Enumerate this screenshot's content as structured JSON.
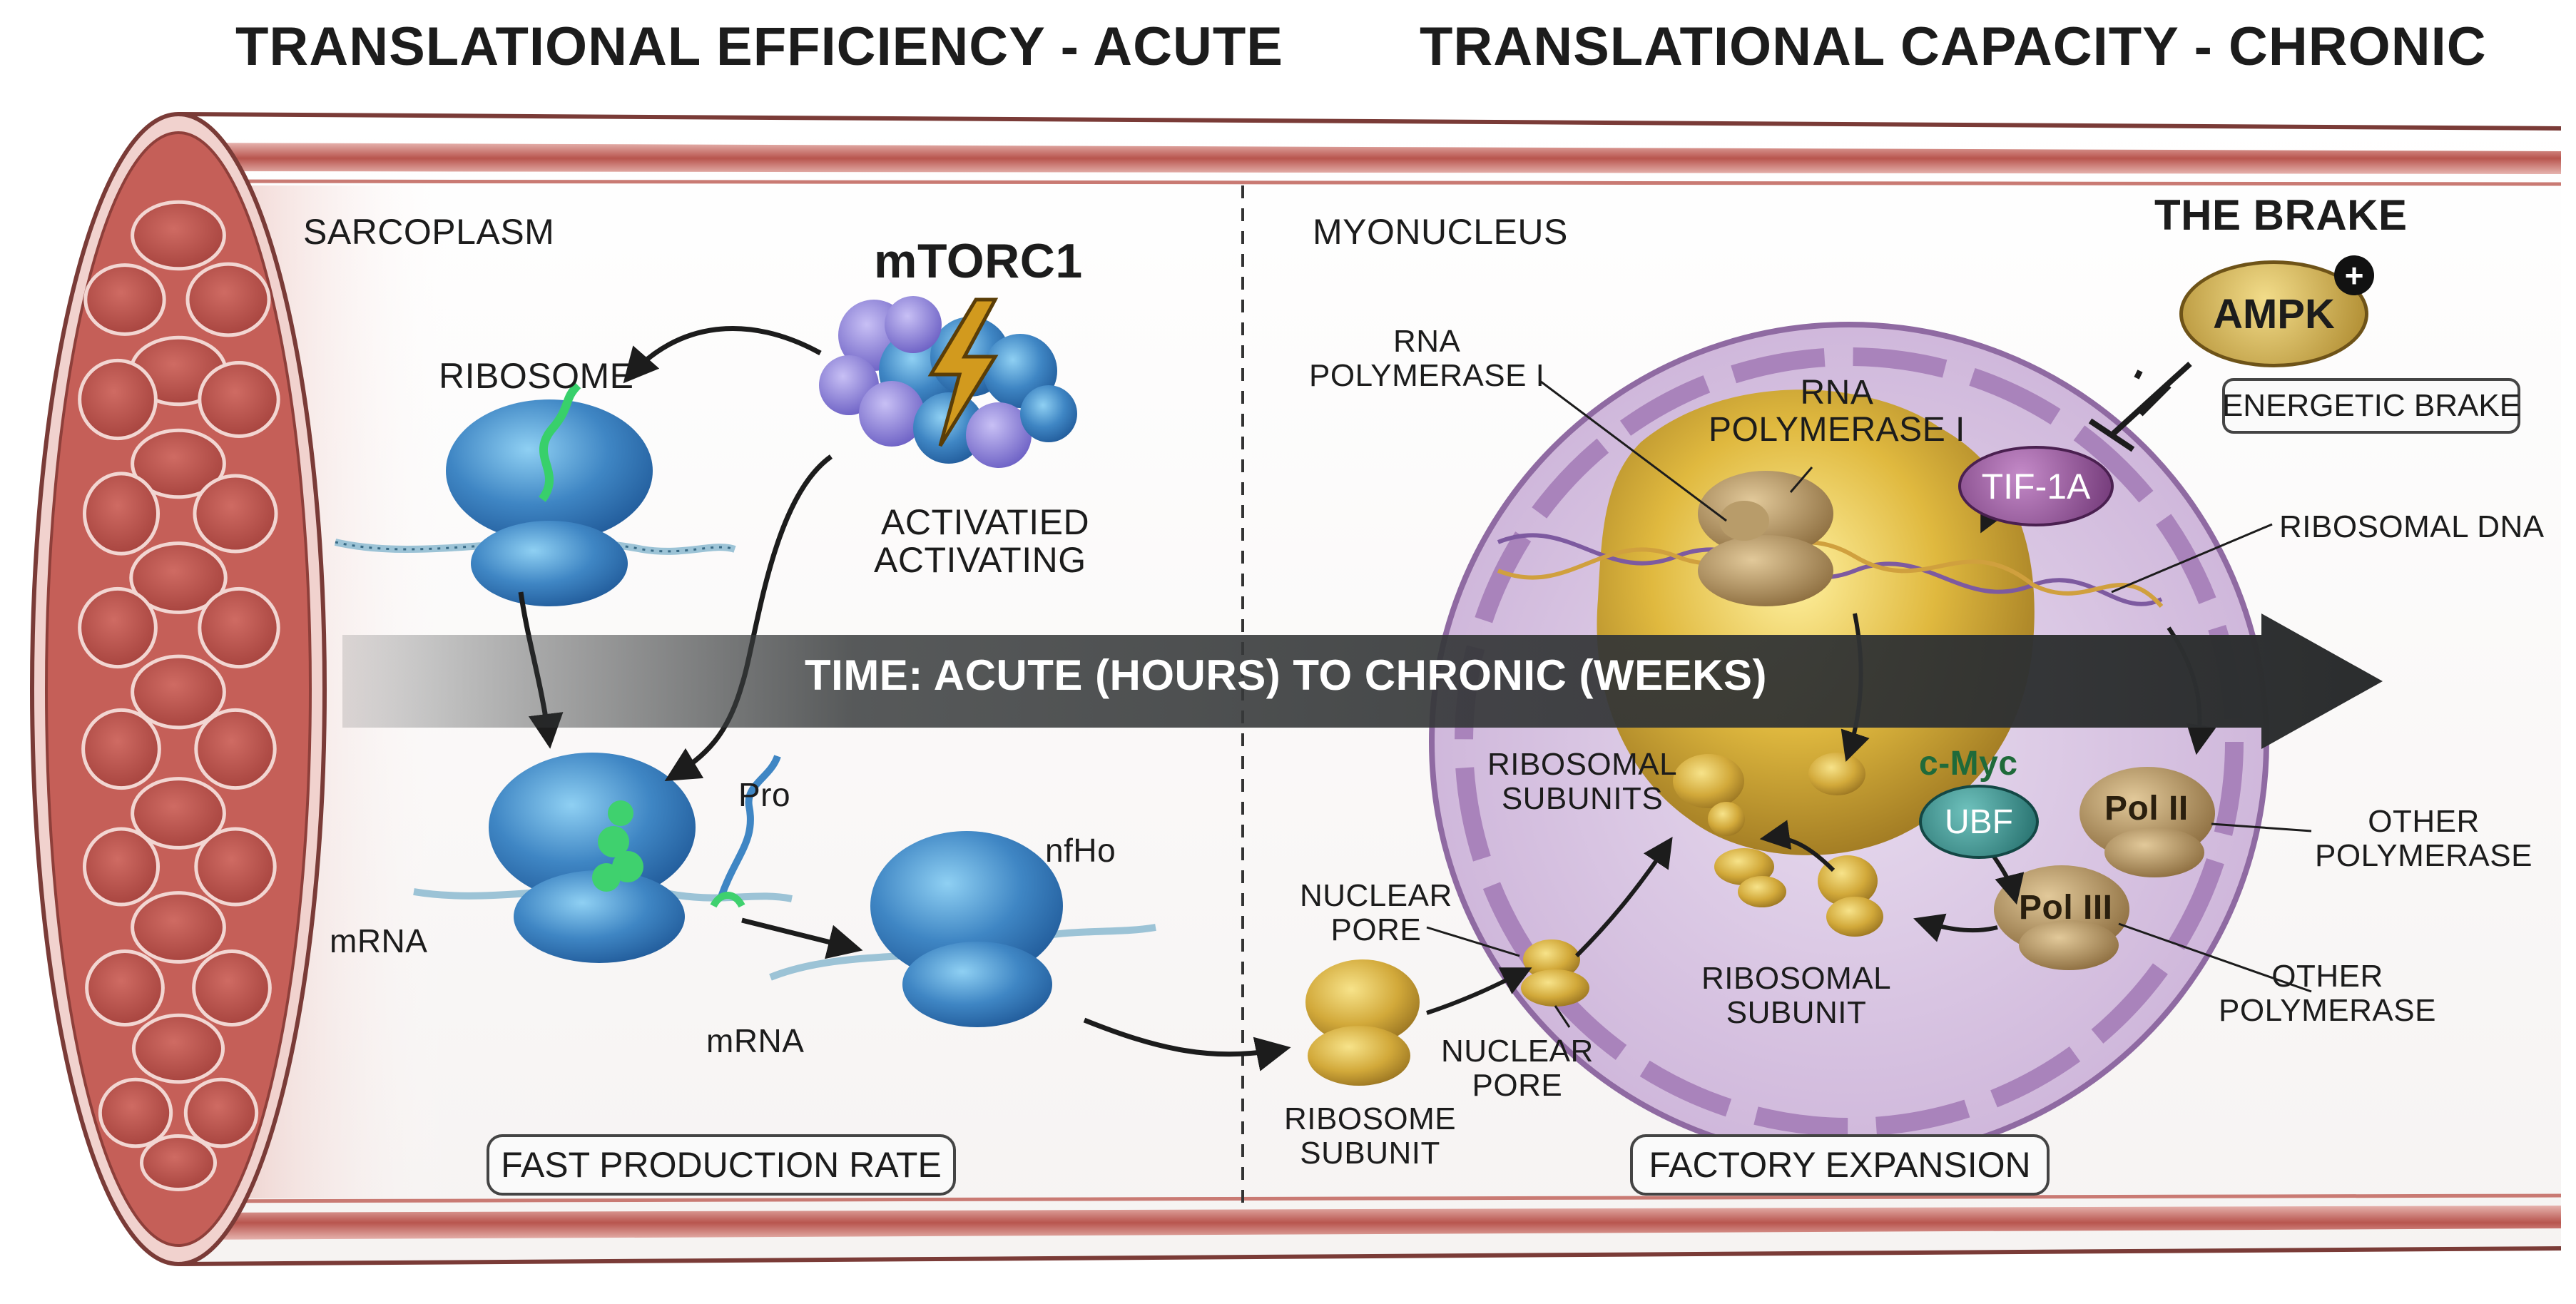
{
  "headings": {
    "left": "TRANSLATIONAL EFFICIENCY - ACUTE",
    "right": "TRANSLATIONAL CAPACITY - CHRONIC"
  },
  "left_panel": {
    "sarcoplasm": "SARCOPLASM",
    "mtorc1": "mTORC1",
    "ribosome": "RIBOSOME",
    "activated": "ACTIVATIED",
    "activating": "ACTIVATING",
    "pro": "Pro",
    "nfho": "nfHo",
    "mrna_1": "mRNA",
    "mrna_2": "mRNA",
    "footer_box": "FAST PRODUCTION RATE"
  },
  "right_panel": {
    "myonucleus": "MYONUCLEUS",
    "the_brake": "THE BRAKE",
    "ampk": "AMPK",
    "ampk_sign": "+",
    "energetic_brake": "ENERGETIC BRAKE",
    "rna_pol_left_1": "RNA",
    "rna_pol_left_2": "POLYMERASE I",
    "rna_pol_center_1": "RNA",
    "rna_pol_center_2": "POLYMERASE I",
    "tif1a": "TIF-1A",
    "ribosomal_dna": "RIBOSOMAL DNA",
    "ribosomal_subunits_1": "RIBOSOMAL",
    "ribosomal_subunits_2": "SUBUNITS",
    "cmyc": "c-Myc",
    "ubf": "UBF",
    "pol2": "Pol II",
    "pol3": "Pol III",
    "other_polymerase_a_1": "OTHER",
    "other_polymerase_a_2": "POLYMERASE",
    "other_polymerase_b_1": "OTHER",
    "other_polymerase_b_2": "POLYMERASE",
    "nuclear_pore_a_1": "NUCLEAR",
    "nuclear_pore_a_2": "PORE",
    "nuclear_pore_b_1": "NUCLEAR",
    "nuclear_pore_b_2": "PORE",
    "ribosomal_subunit_1": "RIBOSOMAL",
    "ribosomal_subunit_2": "SUBUNIT",
    "ribosome_subunit_1": "RIBOSOME",
    "ribosome_subunit_2": "SUBUNIT",
    "footer_box": "FACTORY EXPANSION"
  },
  "time_arrow": "TIME: ACUTE (HOURS) TO CHRONIC (WEEKS)",
  "colors": {
    "muscle": "#b5504a",
    "ribosome_blue": "#3f86c4",
    "mtorc1_purple": "#8a7fd6",
    "gold": "#c9a23a",
    "nucleus": "#d9c6e2",
    "nuclear_envelope": "#b58fc2",
    "tif1a": "#8e4e93",
    "ubf": "#2f8a86",
    "arrow": "#2d2f30"
  }
}
